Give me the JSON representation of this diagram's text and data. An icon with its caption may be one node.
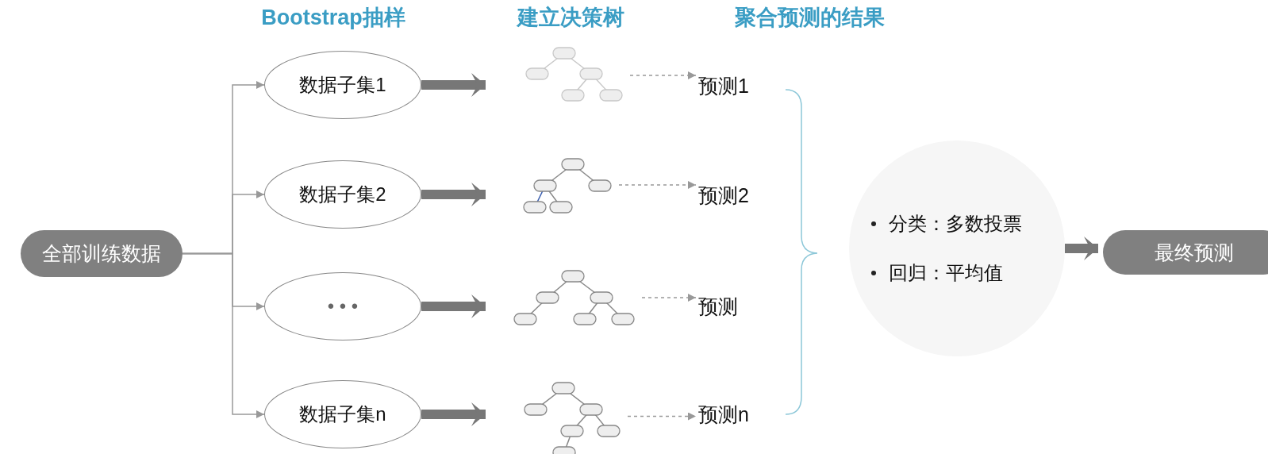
{
  "diagram": {
    "nodes": [
      {
        "text": [
          "全部训练数据"
        ]
      },
      {
        "text": [
          "数据子集1"
        ]
      },
      {
        "text": [
          "数据子集2"
        ]
      },
      {
        "text": [
          "• • •"
        ]
      },
      {
        "text": [
          "数据子集n"
        ]
      },
      {
        "text": [],
        "shape": "picture"
      },
      {
        "text": [],
        "shape": "picture"
      },
      {
        "text": [],
        "shape": "picture"
      },
      {
        "text": [],
        "shape": "picture"
      },
      {
        "text": [
          "预测1"
        ]
      },
      {
        "text": [
          "预测2"
        ]
      },
      {
        "text": [
          "预测"
        ]
      },
      {
        "text": [
          "预测n"
        ]
      },
      {
        "text": [
          "分类：多数投票",
          "回归：平均值"
        ]
      },
      {
        "text": [
          "最终预测"
        ]
      }
    ],
    "edges": [
      {
        "from": 0,
        "to": 1,
        "arrow": "to"
      },
      {
        "from": 0,
        "to": 2,
        "arrow": "to"
      },
      {
        "from": 0,
        "to": 3,
        "arrow": "to"
      },
      {
        "from": 0,
        "to": 4,
        "arrow": "to"
      },
      {
        "from": 1,
        "to": 5,
        "arrow": "to",
        "style": "thick"
      },
      {
        "from": 2,
        "to": 6,
        "arrow": "to",
        "style": "thick"
      },
      {
        "from": 3,
        "to": 7,
        "arrow": "to",
        "style": "thick"
      },
      {
        "from": 4,
        "to": 8,
        "arrow": "to",
        "style": "thick"
      },
      {
        "from": 5,
        "to": 9,
        "arrow": "to",
        "style": "dashed"
      },
      {
        "from": 6,
        "to": 10,
        "arrow": "to",
        "style": "dashed"
      },
      {
        "from": 7,
        "to": 11,
        "arrow": "to",
        "style": "dashed"
      },
      {
        "from": 8,
        "to": 12,
        "arrow": "to",
        "style": "dashed"
      },
      {
        "from": 13,
        "to": 14,
        "arrow": "to",
        "style": "thick"
      }
    ],
    "labels": [
      "Bootstrap抽样",
      "建立决策树",
      "聚合预测的结果"
    ]
  }
}
